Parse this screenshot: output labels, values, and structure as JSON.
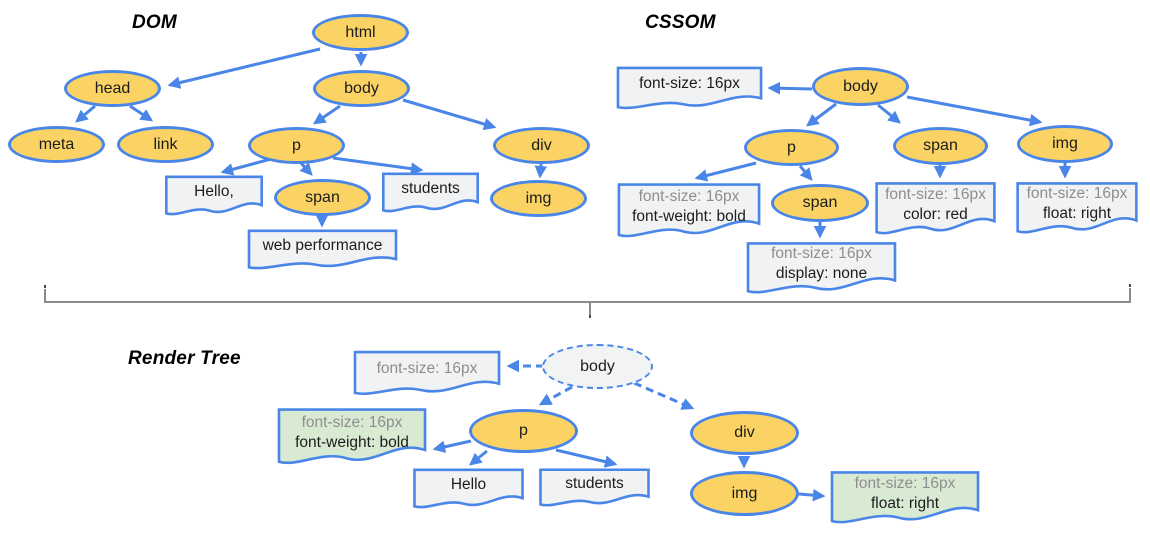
{
  "palette": {
    "node_fill": "#FBD264",
    "stroke_blue": "#4A86E8",
    "box_fill": "#F1F2F4",
    "green_box_fill": "#D9EAD3",
    "render_root_fill": "#F1F3F4",
    "muted_text": "#8E8E8E",
    "text": "#1C1C1C",
    "divider_gray": "#8A8A8A"
  },
  "headings": {
    "dom": "DOM",
    "cssom": "CSSOM",
    "render": "Render Tree"
  },
  "dom": {
    "nodes": {
      "html": "html",
      "head": "head",
      "body": "body",
      "meta": "meta",
      "link": "link",
      "p": "p",
      "div": "div",
      "span": "span",
      "img": "img"
    },
    "text_nodes": {
      "hello": "Hello,",
      "students": "students",
      "web_performance": "web performance"
    }
  },
  "cssom": {
    "nodes": {
      "body": "body",
      "p": "p",
      "span_in_body": "span",
      "img": "img",
      "span_in_p": "span"
    },
    "rule_boxes": {
      "body": {
        "line1": "font-size: 16px"
      },
      "p": {
        "line1": "font-size: 16px",
        "line2": "font-weight: bold"
      },
      "span_in_p": {
        "line1": "font-size: 16px",
        "line2": "display: none"
      },
      "span_in_body": {
        "line1": "font-size: 16px",
        "line2": "color: red"
      },
      "img": {
        "line1": "font-size: 16px",
        "line2": "float: right"
      }
    }
  },
  "render": {
    "nodes": {
      "body": "body",
      "p": "p",
      "div": "div",
      "img": "img"
    },
    "text_nodes": {
      "hello": "Hello",
      "students": "students"
    },
    "rule_boxes": {
      "body": {
        "line1": "font-size: 16px"
      },
      "p": {
        "line1": "font-size: 16px",
        "line2": "font-weight: bold"
      },
      "img": {
        "line1": "font-size: 16px",
        "line2": "float: right"
      }
    }
  }
}
